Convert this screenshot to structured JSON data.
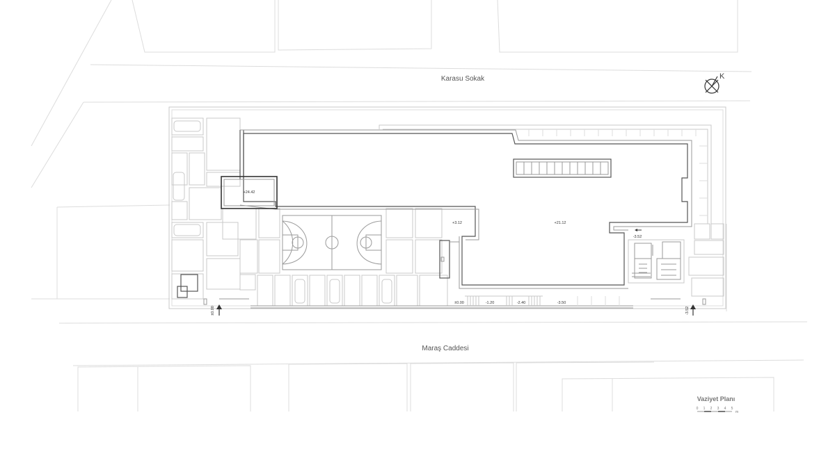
{
  "streets": {
    "north": "Karasu Sokak",
    "south": "Maraş Caddesi"
  },
  "north_arrow": {
    "letter": "K"
  },
  "levels": {
    "tower_top": "+24.42",
    "main_roof": "+21.12",
    "podium": "+3.12",
    "sunken_court": "-3.52",
    "entrance_west": "±0.00",
    "entrance_east": "-3.52",
    "stair_0": "±0.00",
    "stair_1": "-1.20",
    "stair_2": "-2.40",
    "stair_3": "-3.50"
  },
  "plan_title": "Vaziyet Planı",
  "scale_bar": {
    "ticks": [
      "0",
      "1",
      "2",
      "3",
      "4",
      "5"
    ],
    "unit": "m"
  }
}
